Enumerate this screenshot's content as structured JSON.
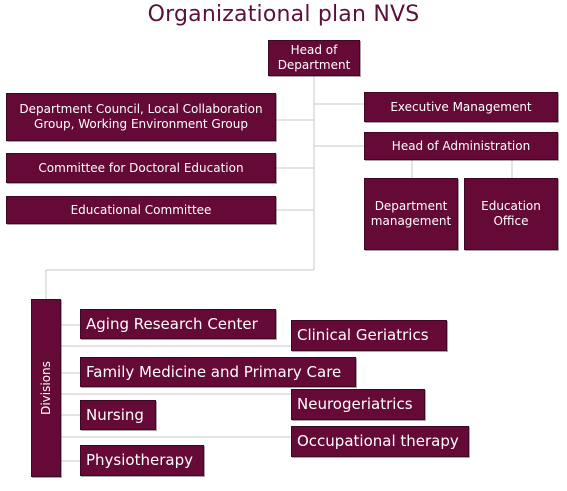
{
  "title": "Organizational plan NVS",
  "head": "Head of Department",
  "left_units": [
    "Department Council, Local Collaboration Group, Working Environment Group",
    "Committee for Doctoral Education",
    "Educational Committee"
  ],
  "executive": "Executive Management",
  "administration": {
    "head": "Head of Administration",
    "units": [
      "Department management",
      "Education Office"
    ]
  },
  "divisions": {
    "label": "Divisions",
    "items": [
      "Aging Research Center",
      "Clinical Geriatrics",
      "Family Medicine and Primary Care",
      "Neurogeriatrics",
      "Nursing",
      "Occupational therapy",
      "Physiotherapy"
    ]
  },
  "colors": {
    "box": "#650a37",
    "line": "#c8c8c8",
    "title": "#5b1138"
  }
}
